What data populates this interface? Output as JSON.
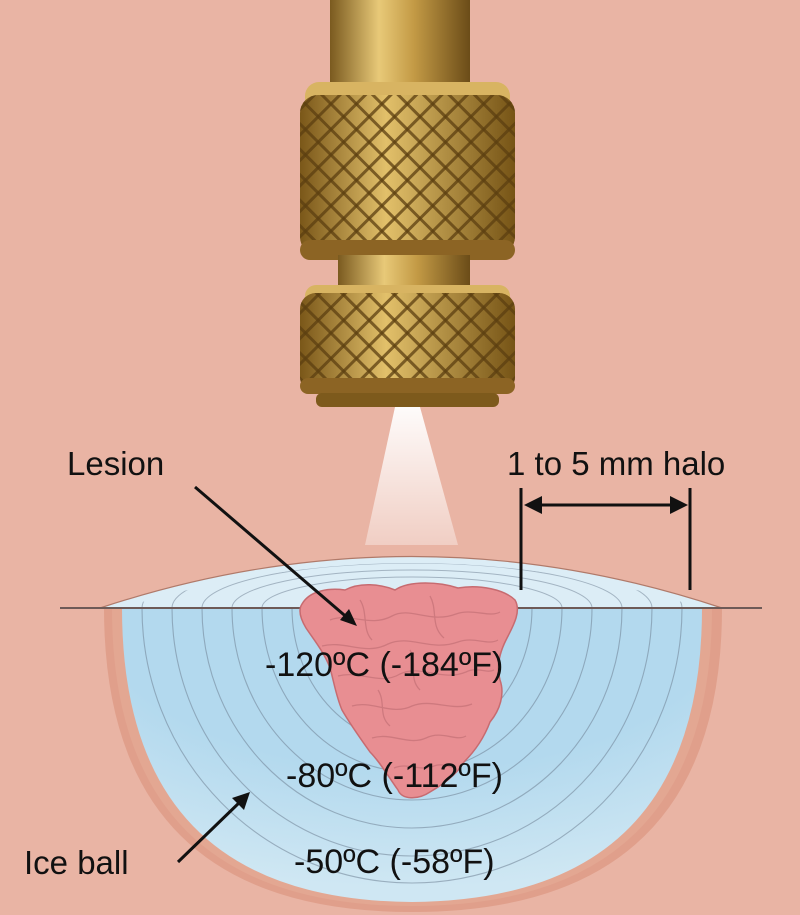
{
  "labels": {
    "lesion": "Lesion",
    "halo": "1 to 5 mm halo",
    "ice_ball": "Ice ball",
    "temp_inner": "-120ºC (-184ºF)",
    "temp_middle": "-80ºC (-112ºF)",
    "temp_outer": "-50ºC (-58ºF)"
  },
  "colors": {
    "skin": "#e9b4a4",
    "ice": "#b9dcef",
    "lesion": "#e88e92",
    "brass": "#c99a3c"
  }
}
